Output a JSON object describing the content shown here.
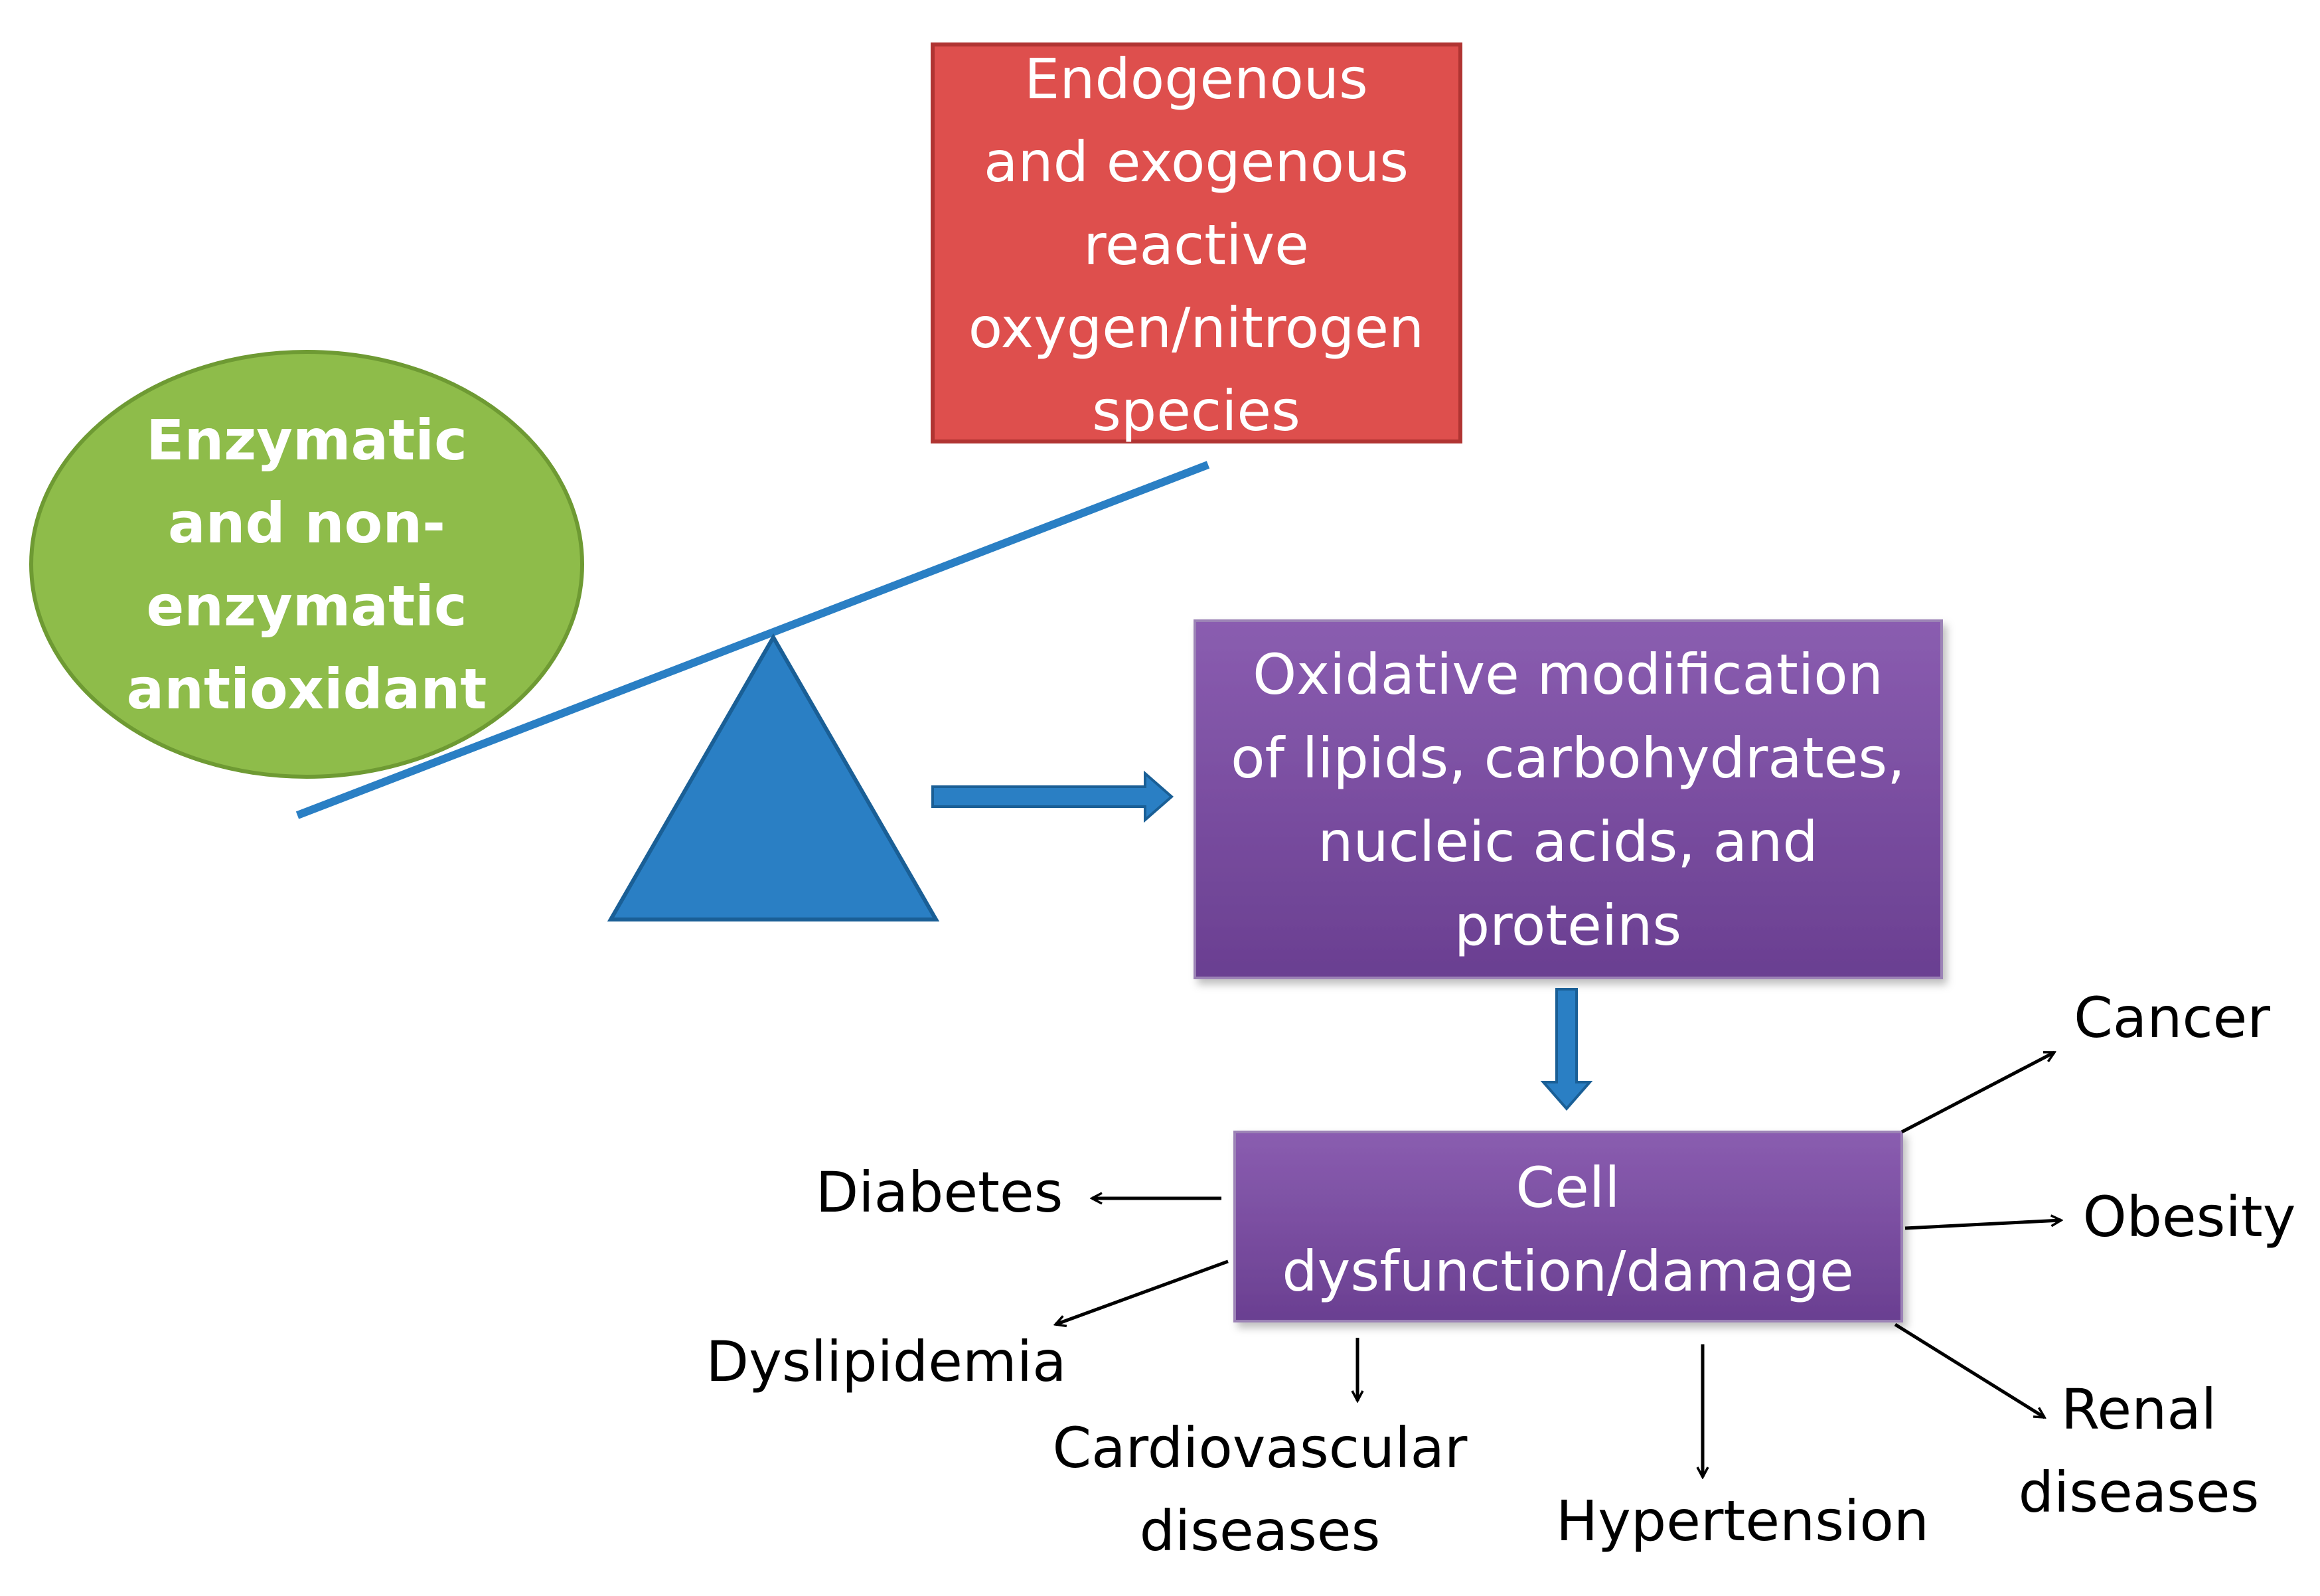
{
  "nodes": {
    "antioxidant": {
      "lines": [
        "Enzymatic",
        "and non-",
        "enzymatic",
        "antioxidant"
      ],
      "fill": "#8ebc4a",
      "stroke": "#6e9a33"
    },
    "ros": {
      "lines": [
        "Endogenous",
        "and exogenous",
        "reactive",
        "oxygen/nitrogen",
        "species"
      ],
      "fill": "#de4f4d",
      "stroke": "#b03432"
    },
    "oxidative": {
      "lines": [
        "Oxidative modification",
        "of lipids, carbohydrates,",
        "nucleic acids, and",
        "proteins"
      ],
      "fill_top": "#8a5db0",
      "fill_bottom": "#6a3f91"
    },
    "cell": {
      "lines": [
        "Cell",
        "dysfunction/damage"
      ],
      "fill_top": "#8a5db0",
      "fill_bottom": "#6a3f91"
    }
  },
  "balance": {
    "beam_color": "#2a7fc4",
    "fulcrum_fill": "#2a7fc4",
    "fulcrum_stroke": "#1a5f96"
  },
  "outcomes": {
    "cancer": [
      "Cancer"
    ],
    "obesity": [
      "Obesity"
    ],
    "renal": [
      "Renal",
      "diseases"
    ],
    "hypertension": [
      "Hypertension"
    ],
    "cardiovascular": [
      "Cardiovascular",
      "diseases"
    ],
    "dyslipidemia": [
      "Dyslipidemia"
    ],
    "diabetes": [
      "Diabetes"
    ]
  }
}
